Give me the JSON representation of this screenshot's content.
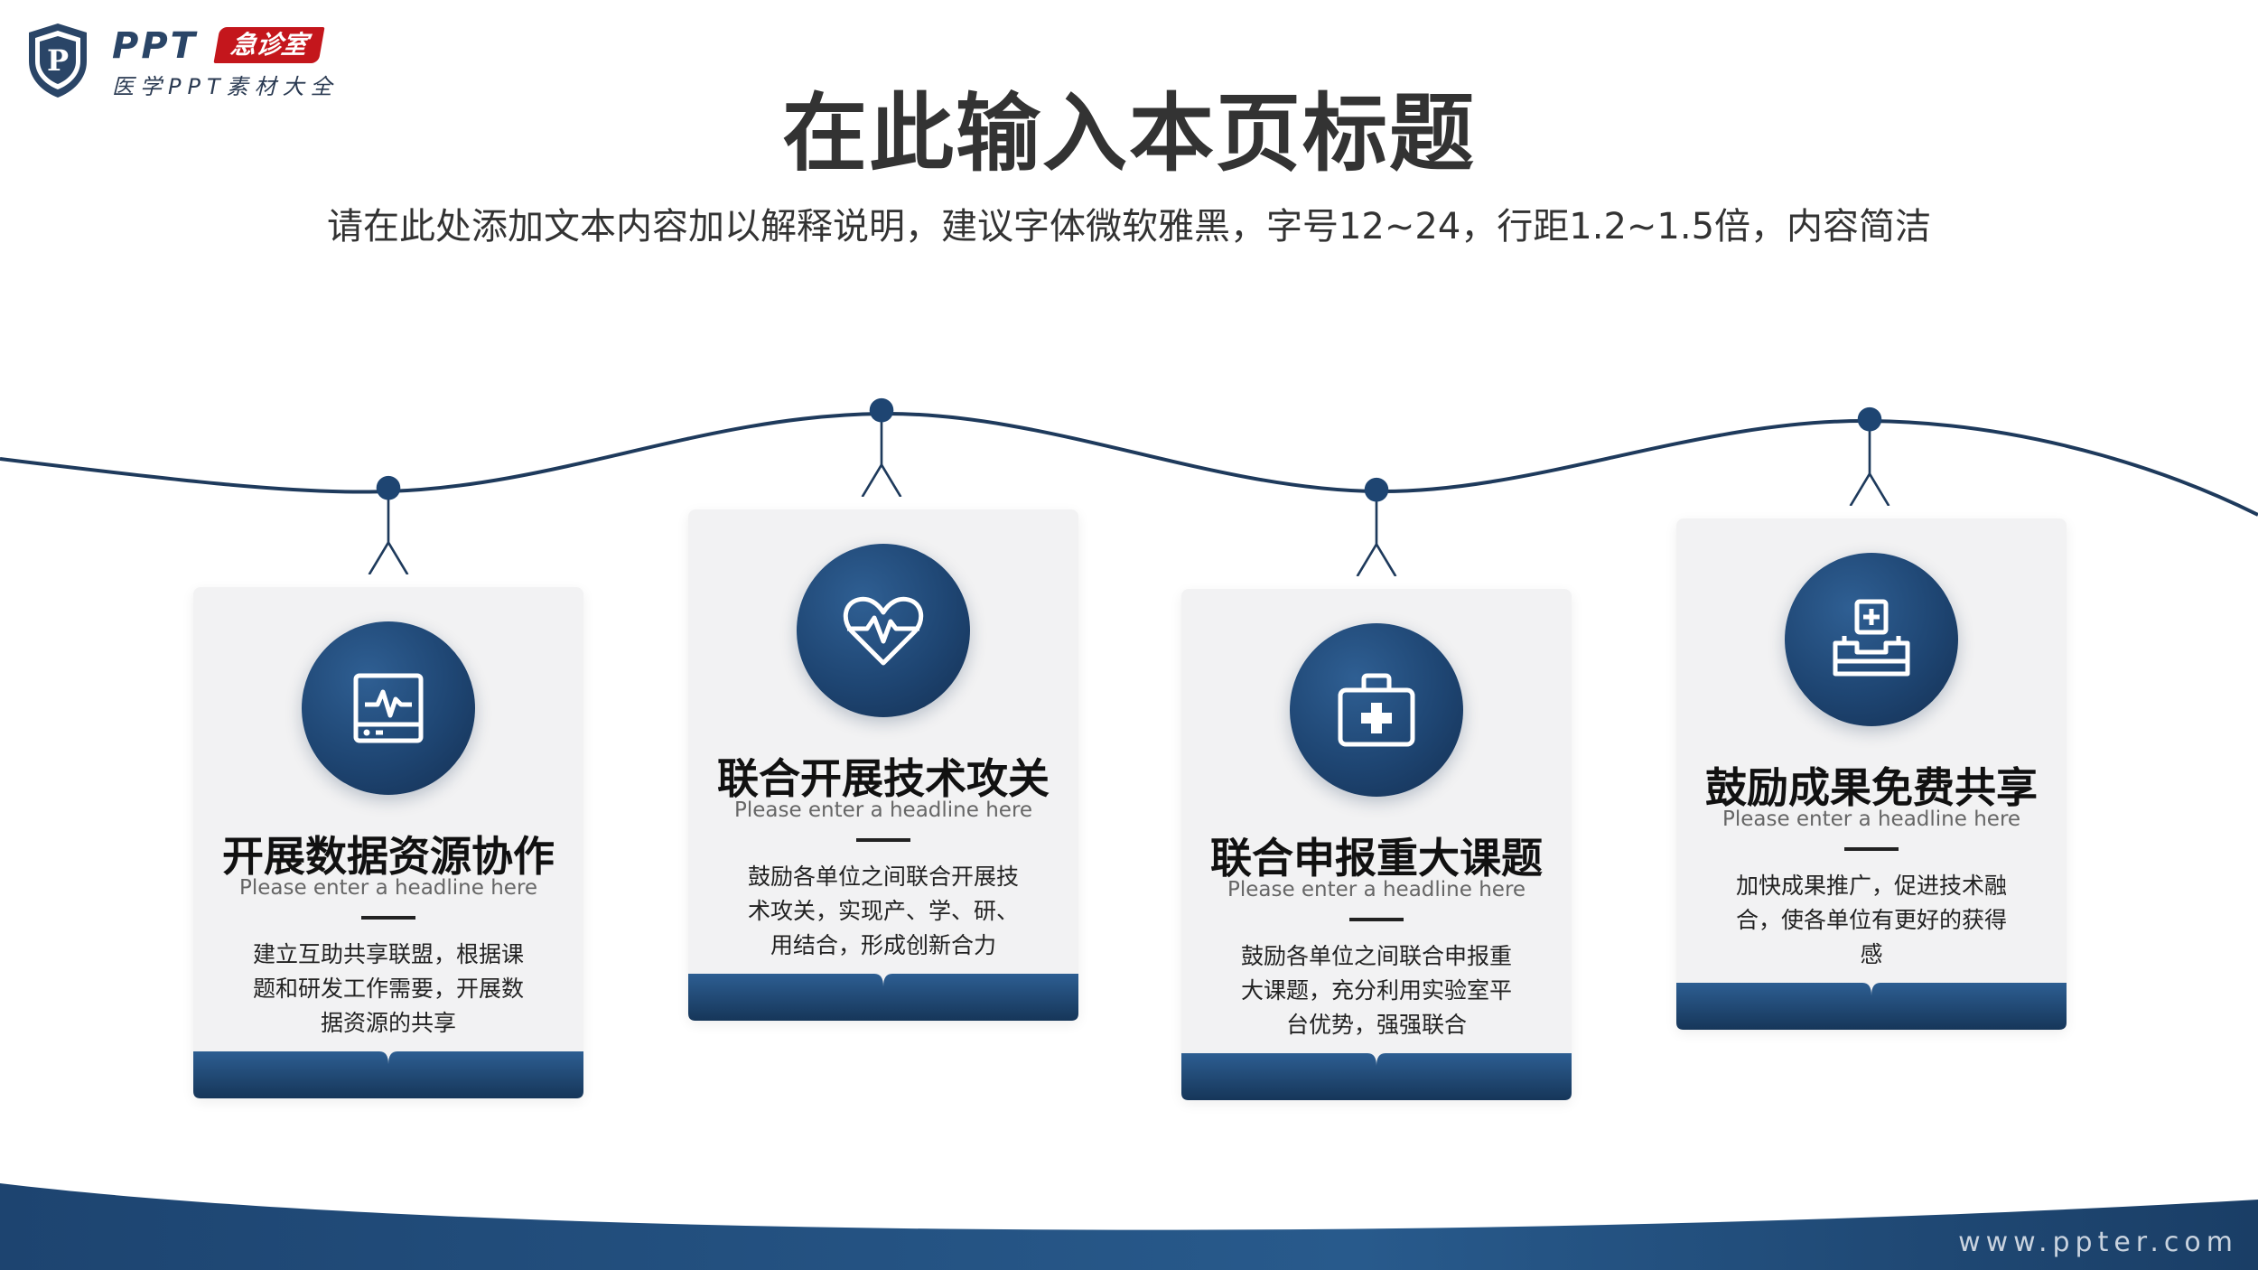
{
  "logo": {
    "brand": "PPT",
    "badge": "急诊室",
    "tagline": "医学PPT素材大全",
    "shield_letter": "P"
  },
  "header": {
    "title": "在此输入本页标题",
    "subtitle": "请在此处添加文本内容加以解释说明，建议字体微软雅黑，字号12~24，行距1.2~1.5倍，内容简洁"
  },
  "colors": {
    "navy": "#1e4572",
    "navy_dark": "#142f52",
    "card_bg": "#f2f2f3",
    "badge_red": "#c4161c"
  },
  "cards": [
    {
      "icon": "monitor-waveform-icon",
      "title": "开展数据资源协作",
      "subtitle": "Please enter a headline here",
      "body": "建立互助共享联盟，根据课题和研发工作需要，开展数据资源的共享"
    },
    {
      "icon": "heart-pulse-icon",
      "title": "联合开展技术攻关",
      "subtitle": "Please enter a headline here",
      "body": "鼓励各单位之间联合开展技术攻关，实现产、学、研、用结合，形成创新合力"
    },
    {
      "icon": "medical-kit-icon",
      "title": "联合申报重大课题",
      "subtitle": "Please enter a headline here",
      "body": "鼓励各单位之间联合申报重大课题，充分利用实验室平台优势，强强联合"
    },
    {
      "icon": "medical-tray-icon",
      "title": "鼓励成果免费共享",
      "subtitle": "Please enter a headline here",
      "body": "加快成果推广，促进技术融合，使各单位有更好的获得感"
    }
  ],
  "footer": {
    "url": "www.ppter.com"
  }
}
